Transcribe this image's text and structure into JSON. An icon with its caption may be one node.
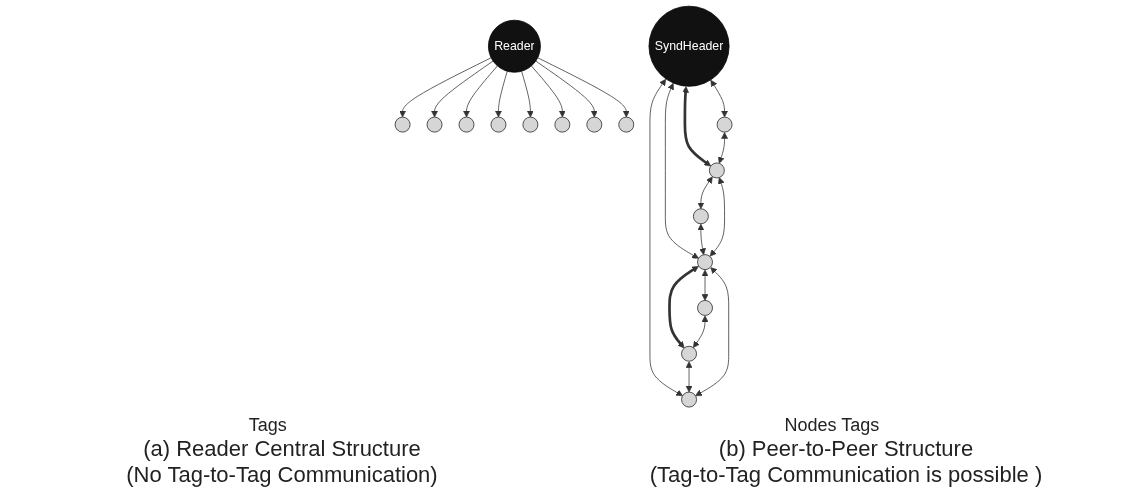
{
  "diagram": {
    "nodes": [
      {
        "text": [
          "Reader"
        ]
      },
      {
        "text": [],
        "shape": "circle"
      },
      {
        "text": [],
        "shape": "circle"
      },
      {
        "text": [],
        "shape": "circle"
      },
      {
        "text": [],
        "shape": "circle"
      },
      {
        "text": [],
        "shape": "circle"
      },
      {
        "text": [],
        "shape": "circle"
      },
      {
        "text": [],
        "shape": "circle"
      },
      {
        "text": [],
        "shape": "circle"
      },
      {
        "text": [
          "SyndHeader"
        ]
      },
      {
        "text": [],
        "shape": "circle"
      },
      {
        "text": [],
        "shape": "circle"
      },
      {
        "text": [],
        "shape": "circle"
      },
      {
        "text": [],
        "shape": "circle"
      },
      {
        "text": [],
        "shape": "circle"
      },
      {
        "text": [],
        "shape": "circle"
      },
      {
        "text": [],
        "shape": "circle"
      }
    ],
    "edges": [
      {
        "from": 0,
        "to": 1,
        "arrow": "to"
      },
      {
        "from": 0,
        "to": 2,
        "arrow": "to"
      },
      {
        "from": 0,
        "to": 3,
        "arrow": "to"
      },
      {
        "from": 0,
        "to": 4,
        "arrow": "to"
      },
      {
        "from": 0,
        "to": 5,
        "arrow": "to"
      },
      {
        "from": 0,
        "to": 6,
        "arrow": "to"
      },
      {
        "from": 0,
        "to": 7,
        "arrow": "to"
      },
      {
        "from": 0,
        "to": 8,
        "arrow": "to"
      },
      {
        "from": 9,
        "to": 11,
        "arrow": "both"
      },
      {
        "from": 9,
        "to": 14,
        "arrow": "both",
        "style": "thick"
      },
      {
        "from": 11,
        "to": 14,
        "arrow": "both"
      },
      {
        "from": 14,
        "to": 15,
        "arrow": "both"
      },
      {
        "from": 9,
        "to": 12,
        "arrow": "both"
      },
      {
        "from": 9,
        "to": 16,
        "arrow": "both"
      },
      {
        "from": 12,
        "to": 14,
        "arrow": "both"
      },
      {
        "from": 15,
        "to": 12,
        "arrow": "both"
      },
      {
        "from": 12,
        "to": 10,
        "arrow": "both"
      },
      {
        "from": 12,
        "to": 13,
        "arrow": "both",
        "style": "thick"
      },
      {
        "from": 10,
        "to": 13,
        "arrow": "both"
      },
      {
        "from": 13,
        "to": 16,
        "arrow": "both"
      },
      {
        "from": 12,
        "to": 16,
        "arrow": "both"
      }
    ],
    "labels": [
      "Tags",
      "Nodes Tags",
      "(a) Reader Central Structure",
      "(b) Peer-to-Peer Structure",
      "(No Tag-to-Tag Communication)",
      "(Tag-to-Tag Communication is possible )"
    ]
  }
}
